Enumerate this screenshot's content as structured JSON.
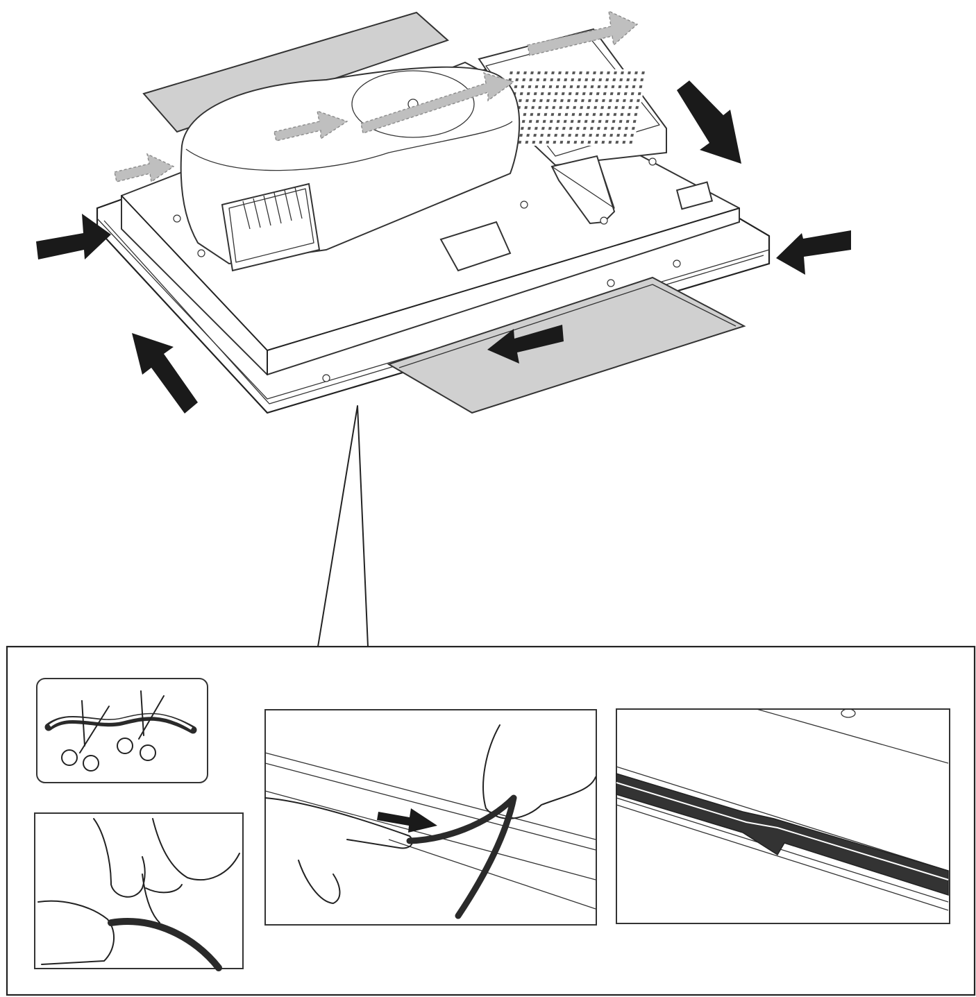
{
  "figure": {
    "palette": {
      "line": "#222222",
      "arrow_dark": "#1a1a1a",
      "arrow_ghost": "#bfbfbf",
      "filter_fill": "#d0d0d0",
      "seal": "#2a2a2a",
      "background": "#ffffff"
    },
    "main_view": {
      "subject": "cooker-hood-motor-unit",
      "dark_arrows": 6,
      "ghost_arrows": 4
    },
    "detail_panels": [
      {
        "icon": "scissors-cutting-seal-icon"
      },
      {
        "icon": "hand-pulling-seal-end-icon"
      },
      {
        "icon": "hands-inserting-seal-icon"
      },
      {
        "icon": "installed-seal-icon"
      }
    ]
  }
}
